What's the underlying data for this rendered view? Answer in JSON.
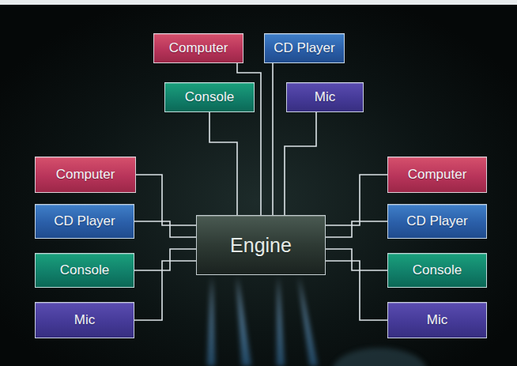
{
  "diagram": {
    "nodes": [
      {
        "text": [
          "Computer"
        ]
      },
      {
        "text": [
          "CD Player"
        ]
      },
      {
        "text": [
          "Console"
        ]
      },
      {
        "text": [
          "Mic"
        ]
      },
      {
        "text": [
          "Computer"
        ]
      },
      {
        "text": [
          "CD Player"
        ]
      },
      {
        "text": [
          "Console"
        ]
      },
      {
        "text": [
          "Mic"
        ]
      },
      {
        "text": [
          "Engine"
        ]
      },
      {
        "text": [
          "Computer"
        ]
      },
      {
        "text": [
          "CD Player"
        ]
      },
      {
        "text": [
          "Console"
        ]
      },
      {
        "text": [
          "Mic"
        ]
      }
    ],
    "edges": [
      {
        "from": 0,
        "to": 8,
        "arrow": "none"
      },
      {
        "from": 1,
        "to": 8,
        "arrow": "none"
      },
      {
        "from": 2,
        "to": 8,
        "arrow": "none"
      },
      {
        "from": 3,
        "to": 8,
        "arrow": "none"
      },
      {
        "from": 4,
        "to": 8,
        "arrow": "none"
      },
      {
        "from": 5,
        "to": 8,
        "arrow": "none"
      },
      {
        "from": 6,
        "to": 8,
        "arrow": "none"
      },
      {
        "from": 7,
        "to": 8,
        "arrow": "none"
      },
      {
        "from": 9,
        "to": 8,
        "arrow": "none"
      },
      {
        "from": 10,
        "to": 8,
        "arrow": "none"
      },
      {
        "from": 11,
        "to": 8,
        "arrow": "none"
      },
      {
        "from": 12,
        "to": 8,
        "arrow": "none"
      }
    ]
  }
}
